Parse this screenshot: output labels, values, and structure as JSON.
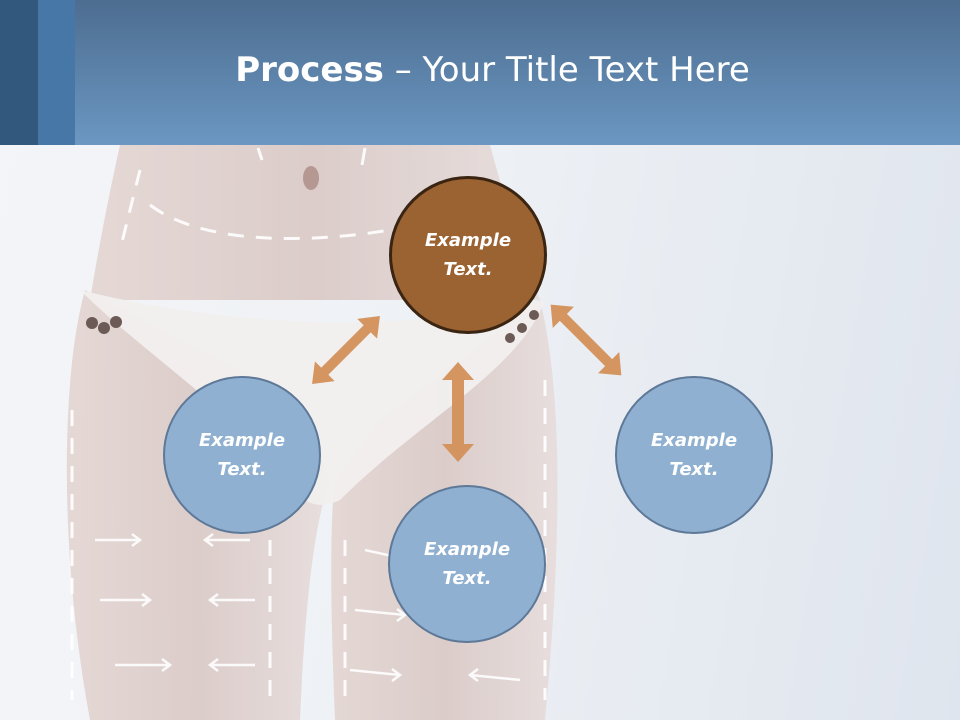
{
  "title": {
    "bold": "Process",
    "rest": " – Your Title Text Here"
  },
  "nodes": {
    "top": {
      "line1": "Example",
      "line2": "Text."
    },
    "left": {
      "line1": "Example",
      "line2": "Text."
    },
    "bottom": {
      "line1": "Example",
      "line2": "Text."
    },
    "right": {
      "line1": "Example",
      "line2": "Text."
    }
  },
  "colors": {
    "header": "#6b97c2",
    "node_top": "#9b6232",
    "node_blue": "#8fb0d0",
    "arrow": "#d4915a"
  }
}
